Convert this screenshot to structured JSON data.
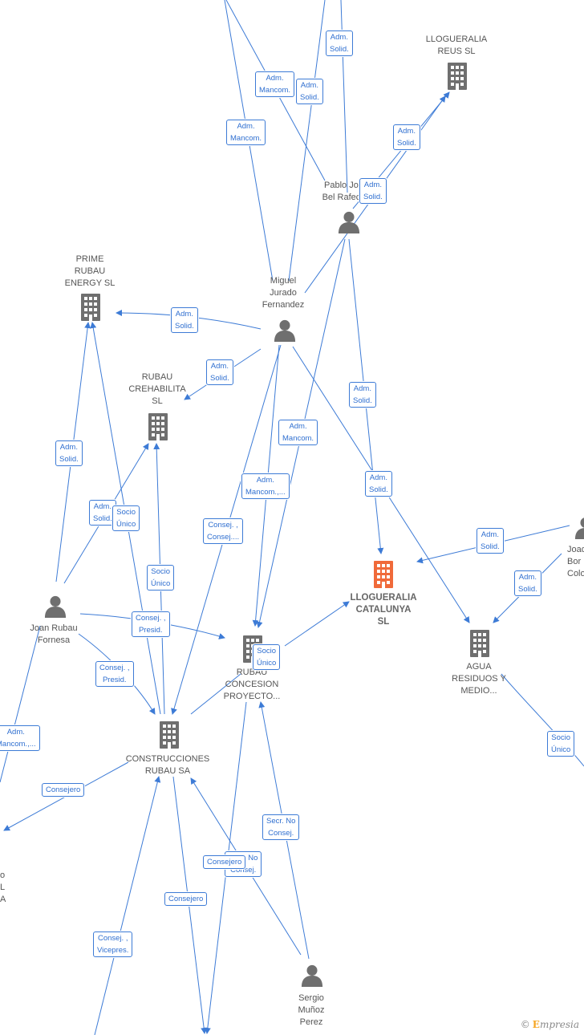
{
  "nodes": [
    {
      "id": "llogueralia-reus",
      "type": "company",
      "label": "LLOGUERALIA\nREUS  SL"
    },
    {
      "id": "pablo",
      "type": "person",
      "label": "Pablo Jo...\nBel Rafec..."
    },
    {
      "id": "miguel",
      "type": "person",
      "label": "Miguel\nJurado\nFernandez"
    },
    {
      "id": "prime-rubau",
      "type": "company",
      "label": "PRIME\nRUBAU\nENERGY  SL"
    },
    {
      "id": "rubau-crehabilita",
      "type": "company",
      "label": "RUBAU\nCREHABILITA\nSL"
    },
    {
      "id": "llogueralia-catalunya",
      "type": "company-main",
      "label": "LLOGUERALIA\nCATALUNYA\nSL"
    },
    {
      "id": "joan-rubau",
      "type": "person",
      "label": "Joan Rubau\nFornesa"
    },
    {
      "id": "rubau-concesion",
      "type": "company",
      "label": "RUBAU\nCONCESION\nPROYECTO..."
    },
    {
      "id": "agua-residuos",
      "type": "company",
      "label": "AGUA\nRESIDUOS Y\nMEDIO..."
    },
    {
      "id": "joaq",
      "type": "person",
      "label": "Joaq\nBor\nColo"
    },
    {
      "id": "construcciones-rubau",
      "type": "company",
      "label": "CONSTRUCCIONES\nRUBAU SA"
    },
    {
      "id": "sergio",
      "type": "person",
      "label": "Sergio\nMuñoz\nPerez"
    },
    {
      "id": "left-partial",
      "type": "text",
      "label": "o\nL\nA"
    }
  ],
  "edge_labels": [
    {
      "id": "e1",
      "text": "Adm.\nSolid."
    },
    {
      "id": "e2",
      "text": "Adm.\nMancom."
    },
    {
      "id": "e3",
      "text": "Adm.\nSolid."
    },
    {
      "id": "e4",
      "text": "Adm.\nMancom."
    },
    {
      "id": "e5",
      "text": "Adm.\nSolid."
    },
    {
      "id": "e6",
      "text": "Adm.\nSolid."
    },
    {
      "id": "e7",
      "text": "Adm.\nSolid."
    },
    {
      "id": "e8",
      "text": "Adm.\nSolid."
    },
    {
      "id": "e9",
      "text": "Adm.\nSolid."
    },
    {
      "id": "e10",
      "text": "Adm.\nMancom."
    },
    {
      "id": "e11",
      "text": "Adm.\nSolid."
    },
    {
      "id": "e12",
      "text": "Adm.\nMancom.,..."
    },
    {
      "id": "e13",
      "text": "Adm.\nSolid."
    },
    {
      "id": "e14",
      "text": "Adm.\nSolid."
    },
    {
      "id": "e15",
      "text": "Socio\nÚnico"
    },
    {
      "id": "e16",
      "text": "Adm.\nSolid."
    },
    {
      "id": "e17",
      "text": "Consej. ,\nConsej...."
    },
    {
      "id": "e18",
      "text": "Adm.\nSolid."
    },
    {
      "id": "e19",
      "text": "Socio\nÚnico"
    },
    {
      "id": "e20",
      "text": "Consej. ,\nPresid."
    },
    {
      "id": "e21",
      "text": "Consej. ,\nPresid."
    },
    {
      "id": "e22",
      "text": "Socio\nÚnico"
    },
    {
      "id": "e23",
      "text": "Socio\nÚnico"
    },
    {
      "id": "e24",
      "text": "Adm.\nMancom.,..."
    },
    {
      "id": "e25",
      "text": "Consejero"
    },
    {
      "id": "e26",
      "text": "Secr.  No\nConsej."
    },
    {
      "id": "e27",
      "text": "Secr.  No\nConsej."
    },
    {
      "id": "e28",
      "text": "Consejero"
    },
    {
      "id": "e29",
      "text": "Consejero"
    },
    {
      "id": "e30",
      "text": "Consej. ,\nVicepres."
    }
  ],
  "watermark": {
    "copyright": "©",
    "brand_initial": "E",
    "brand_rest": "mpresia"
  },
  "colors": {
    "edge": "#3d7bd6",
    "company_icon": "#6f6f6f",
    "main_company_icon": "#f06a3a",
    "person_icon": "#6f6f6f"
  }
}
